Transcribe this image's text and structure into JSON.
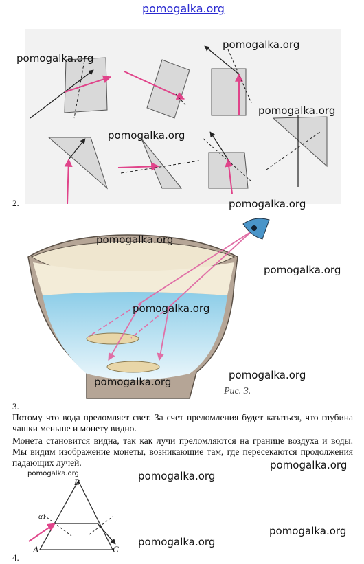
{
  "watermark": "pomogalka.org",
  "section_numbers": {
    "s2": "2.",
    "s3": "3.",
    "s4": "4."
  },
  "figure3_caption": "Рис. 3.",
  "answer3": {
    "line1": "Потому что вода преломляет свет. За счет преломления будет казаться, что глубина чашки меньше и монету видно.",
    "line2": "Монета становится видна, так как лучи преломляются на границе воздуха и воды. Мы видим изображение монеты, возникающие там, где пересекаются продолжения падающих лучей."
  },
  "prism_labels": {
    "apex": "B",
    "left": "A",
    "right": "C",
    "angle": "α1"
  },
  "colors": {
    "ray": "#e0448a",
    "water": "#7cc4e6",
    "bowl": "#a89888",
    "watermark_top": "#2a2ad0"
  }
}
